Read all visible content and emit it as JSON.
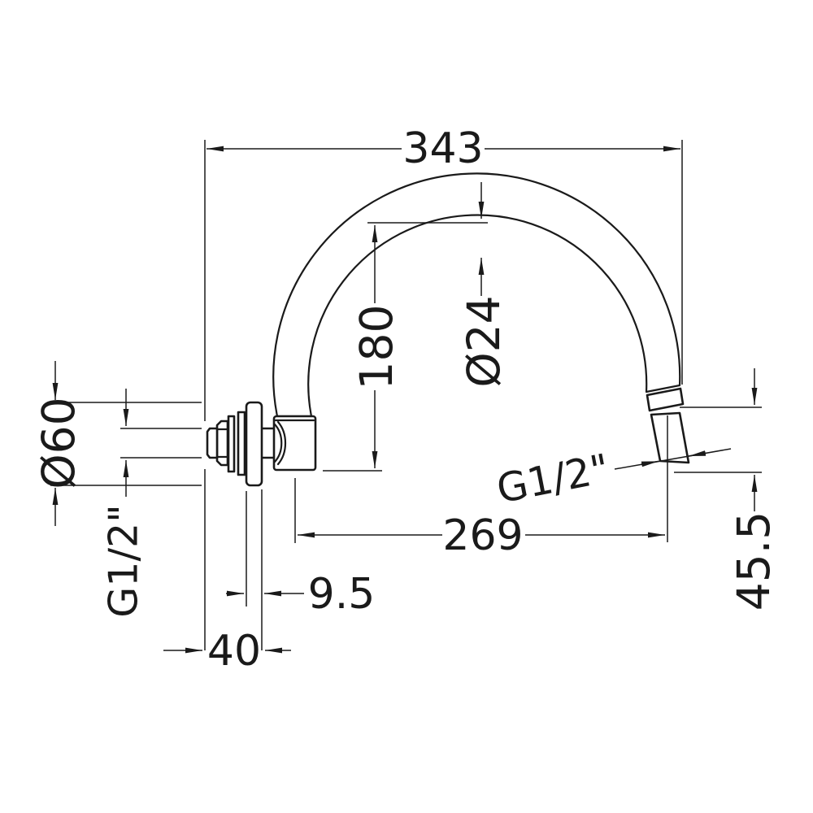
{
  "drawing": {
    "subject": "curved shower arm technical drawing",
    "colors": {
      "line": "#1a1a1a",
      "background": "#ffffff"
    },
    "dimensions": {
      "overall_width": "343",
      "arc_height": "180",
      "tube_diameter": "Ø24",
      "flange_diameter": "Ø60",
      "wall_thread": "G1/2\"",
      "outlet_thread": "G1/2\"",
      "centre_distance": "269",
      "flange_thickness": "9.5",
      "wall_projection": "40",
      "outlet_drop": "45.5"
    }
  }
}
